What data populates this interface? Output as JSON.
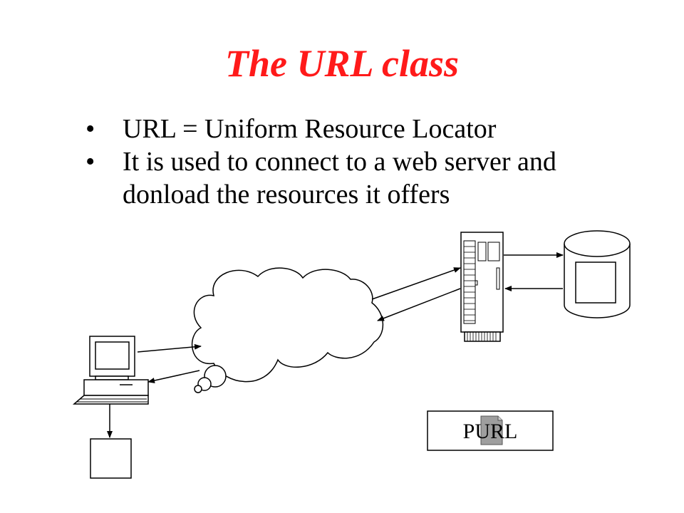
{
  "slide": {
    "title": "The URL class",
    "bullets": [
      {
        "text": "URL = Uniform Resource Locator"
      },
      {
        "text": "It is used to connect to a web server and",
        "continuation": "donload the resources it offers"
      }
    ]
  },
  "diagram": {
    "purl_label": "PURL"
  }
}
